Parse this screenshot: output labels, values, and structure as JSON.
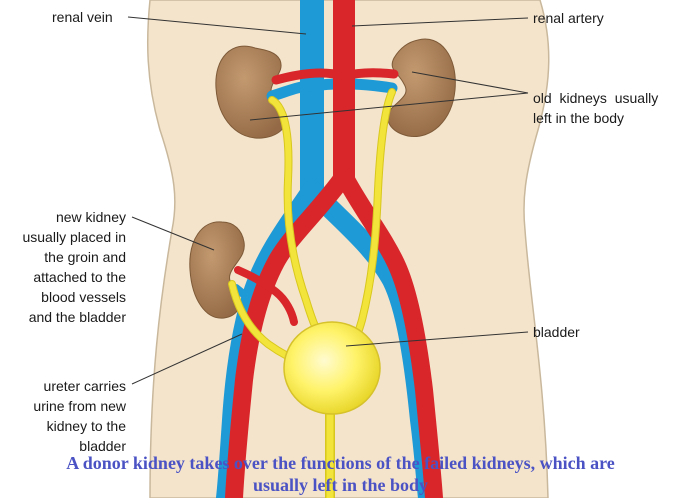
{
  "labels": {
    "renal_vein": "renal vein",
    "renal_artery": "renal artery",
    "old_kidneys": [
      "old  kidneys  usually",
      "left in the body"
    ],
    "new_kidney": [
      "new kidney",
      "usually placed in",
      "the groin and",
      "attached to the",
      "blood vessels",
      "and the bladder"
    ],
    "bladder": "bladder",
    "ureter": [
      "ureter carries",
      "urine from new",
      "kidney to the",
      "bladder"
    ]
  },
  "caption": {
    "line1": "A donor kidney takes over the functions of the failed kidneys, which are",
    "line2": "usually left in the body"
  },
  "colors": {
    "skin": "#f4e4cc",
    "kidney": "#a97f57",
    "vein": "#1e9ad6",
    "artery": "#d8262b",
    "ureter": "#f2e43a",
    "bladder": "#fff36a",
    "caption": "#4b53c4"
  }
}
